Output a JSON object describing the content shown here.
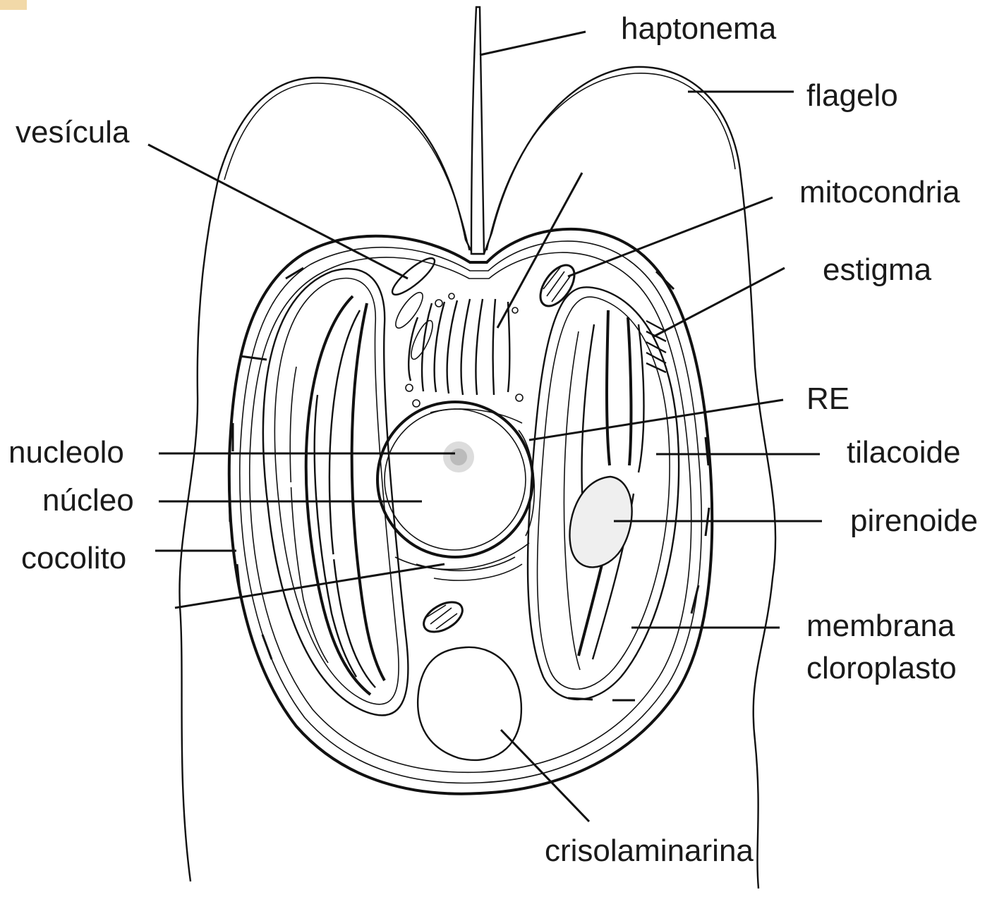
{
  "labels": {
    "haptonema": "haptonema",
    "flagelo": "flagelo",
    "vesicula": "vesícula",
    "mitocondria": "mitocondria",
    "estigma": "estigma",
    "re": "RE",
    "nucleolo": "nucleolo",
    "tilacoide": "tilacoide",
    "nucleo": "núcleo",
    "pirenoide": "pirenoide",
    "cocolito": "cocolito",
    "membrana_line1": "membrana",
    "membrana_line2": "cloroplasto",
    "crisolaminarina": "crisolaminarina"
  }
}
